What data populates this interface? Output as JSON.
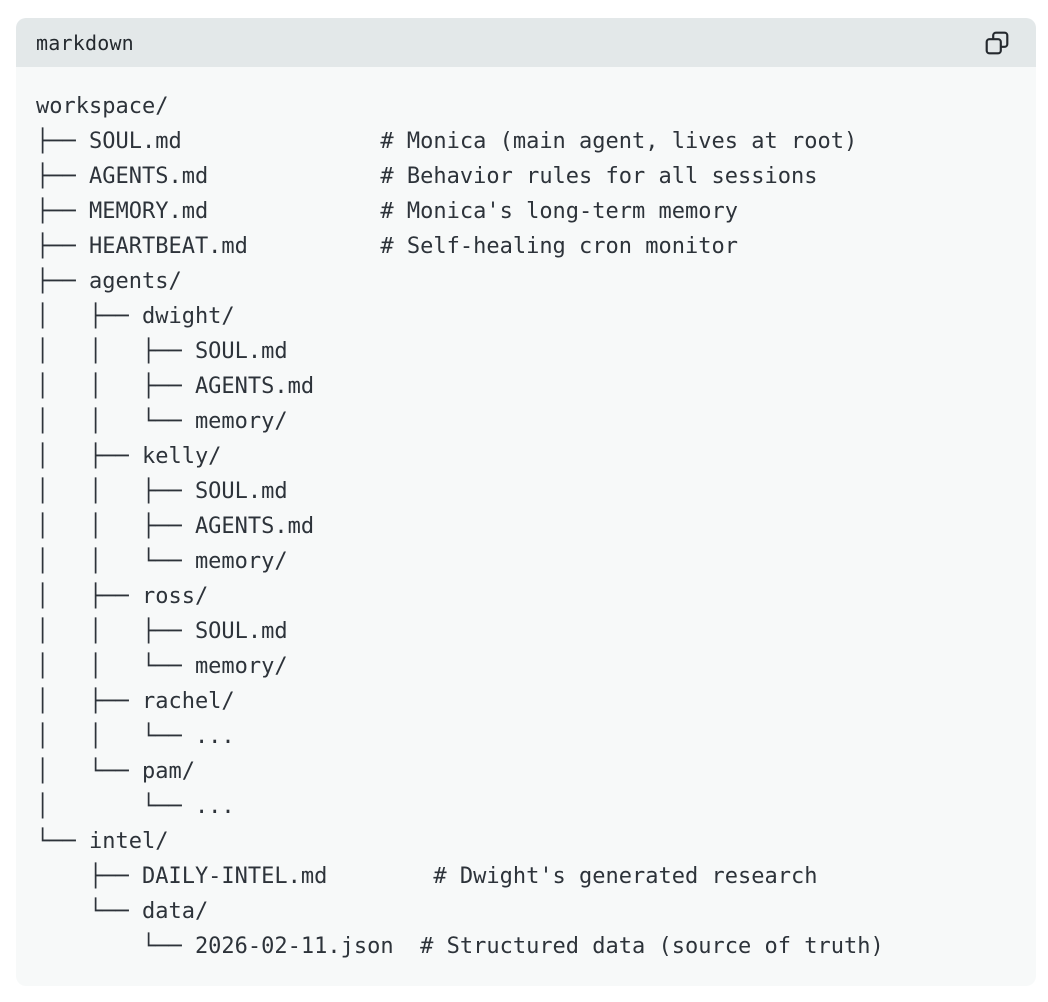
{
  "colors": {
    "page_bg": "#ffffff",
    "header_bg": "#e3e8e9",
    "header_text": "#24292e",
    "body_bg": "#f7f9f9",
    "code_text": "#2d333a"
  },
  "header": {
    "language_label": "markdown",
    "copy_icon": "copy-icon"
  },
  "code": {
    "lines": [
      "workspace/",
      "├── SOUL.md               # Monica (main agent, lives at root)",
      "├── AGENTS.md             # Behavior rules for all sessions",
      "├── MEMORY.md             # Monica's long-term memory",
      "├── HEARTBEAT.md          # Self-healing cron monitor",
      "├── agents/",
      "│   ├── dwight/",
      "│   │   ├── SOUL.md",
      "│   │   ├── AGENTS.md",
      "│   │   └── memory/",
      "│   ├── kelly/",
      "│   │   ├── SOUL.md",
      "│   │   ├── AGENTS.md",
      "│   │   └── memory/",
      "│   ├── ross/",
      "│   │   ├── SOUL.md",
      "│   │   └── memory/",
      "│   ├── rachel/",
      "│   │   └── ...",
      "│   └── pam/",
      "│       └── ...",
      "└── intel/",
      "    ├── DAILY-INTEL.md        # Dwight's generated research",
      "    └── data/",
      "        └── 2026-02-11.json  # Structured data (source of truth)"
    ]
  }
}
